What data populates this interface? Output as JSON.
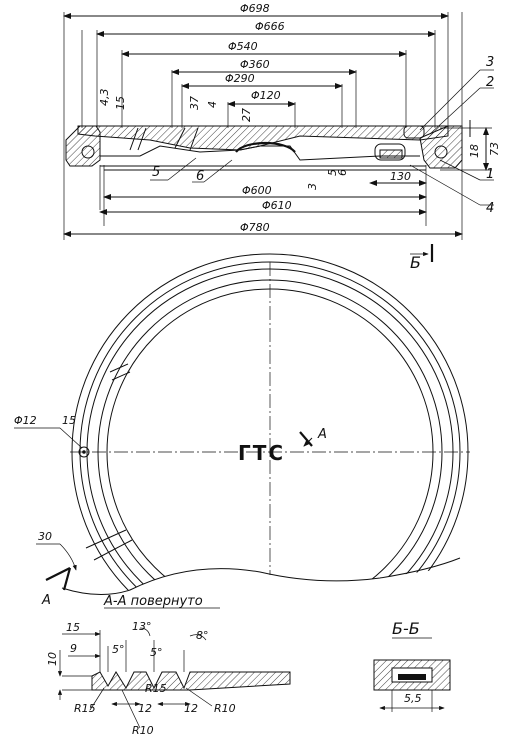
{
  "top_view": {
    "dims_top": [
      "Φ698",
      "Φ666",
      "Φ540",
      "Φ360",
      "Φ290",
      "Φ120"
    ],
    "dims_bottom": [
      "Φ600",
      "Φ610",
      "Φ780"
    ],
    "dims_vertical": [
      "4,3",
      "15",
      "37",
      "4",
      "27",
      "3",
      "5",
      "6",
      "18",
      "73"
    ],
    "dim_130": "130",
    "callouts": [
      "1",
      "2",
      "3",
      "4",
      "5",
      "6"
    ],
    "view_marker": "Б"
  },
  "plan_view": {
    "hole_dim": "Φ12",
    "hole_count": "15",
    "marking": "ГТС",
    "section_marker": "A",
    "angle_dim": "30"
  },
  "section_aa": {
    "title": "А-А повернуто",
    "dims": [
      "15",
      "13°",
      "9",
      "5°",
      "5°",
      "8°",
      "10",
      "R15",
      "R15",
      "12",
      "12",
      "R10",
      "R10"
    ]
  },
  "section_bb": {
    "title": "Б-Б",
    "dim": "5,5"
  }
}
